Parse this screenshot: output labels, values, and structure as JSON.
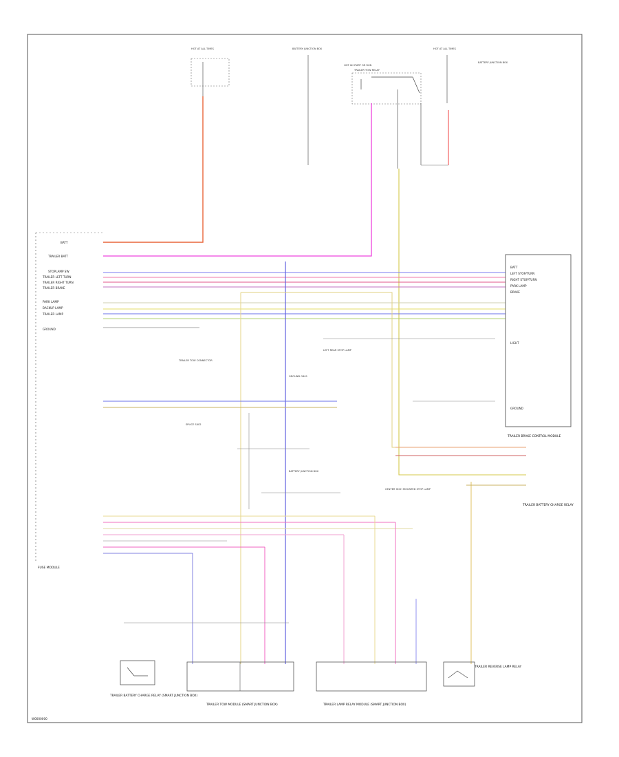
{
  "diagram": {
    "frame_id": "W0000000",
    "module_labels": {
      "bcm": "FUSE MODULE",
      "trailer_brake": "TRAILER BRAKE CONTROL MODULE",
      "side_left": "TRAILER BATTERY CHARGE RELAY",
      "bottom_left": "TRAILER BATTERY CHARGE RELAY (SMART JUNCTION BOX)",
      "bottom_mid": "TRAILER TOW MODULE (SMART JUNCTION BOX)",
      "bottom_right": "TRAILER LAMP RELAY MODULE (SMART JUNCTION BOX)",
      "bottom_far_right": "TRAILER REVERSE LAMP RELAY"
    },
    "top_labels": [
      "HOT AT ALL TIMES",
      "BATTERY JUNCTION BOX",
      "HOT IN START OR RUN",
      "TRAILER TOW RELAY",
      "HOT AT ALL TIMES",
      "BATTERY JUNCTION BOX"
    ],
    "left_pin_labels": [
      "BATT",
      "TRAILER BATT",
      "STOPLAMP SW",
      "TRAILER LEFT TURN",
      "TRAILER RIGHT TURN",
      "TRAILER BRAKE",
      "PARK LAMP",
      "BACKUP LAMP",
      "TRAILER LAMP",
      "GROUND"
    ],
    "right_pin_labels": [
      "BATT",
      "LEFT STOP/TURN",
      "RIGHT STOP/TURN",
      "PARK LAMP",
      "BRAKE",
      "LIGHT",
      "GROUND"
    ],
    "mid_notes": [
      "LEFT REAR STOP LAMP",
      "TRAILER TOW CONNECTOR",
      "GROUND G401",
      "SPLICE S402",
      "BATTERY JUNCTION BOX",
      "CENTER HIGH MOUNTED STOP LAMP"
    ]
  }
}
